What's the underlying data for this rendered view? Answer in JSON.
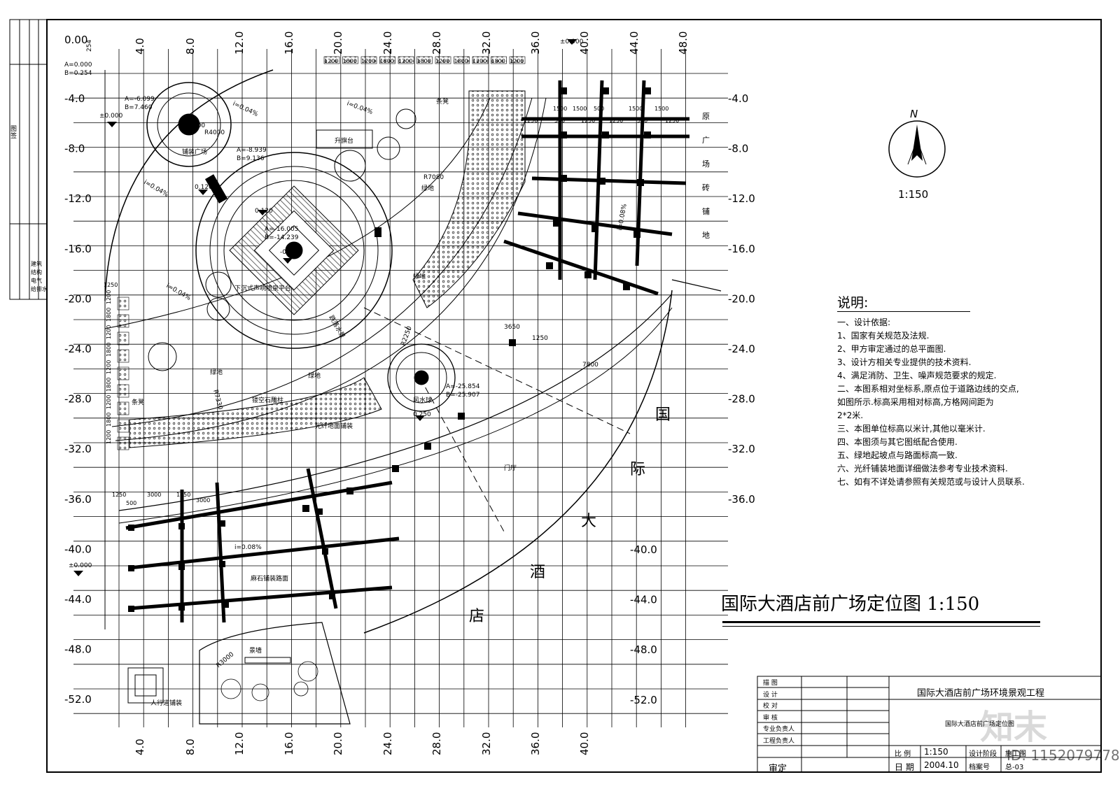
{
  "drawing": {
    "title": "国际大酒店前广场定位图  1:150",
    "scale_north": "1:150",
    "north_letter": "N",
    "top_axis": [
      "0.00",
      "4.0",
      "8.0",
      "12.0",
      "16.0",
      "20.0",
      "24.0",
      "28.0",
      "32.0",
      "36.0",
      "40.0",
      "44.0",
      "48.0"
    ],
    "bottom_axis": [
      "4.0",
      "8.0",
      "12.0",
      "16.0",
      "20.0",
      "24.0",
      "28.0",
      "32.0",
      "36.0",
      "40.0"
    ],
    "left_axis": [
      "-4.0",
      "-8.0",
      "-12.0",
      "-16.0",
      "-20.0",
      "-24.0",
      "-28.0",
      "-32.0",
      "-36.0",
      "-40.0",
      "-44.0",
      "-48.0",
      "-52.0"
    ],
    "right_axis": [
      "-4.0",
      "-8.0",
      "-12.0",
      "-16.0",
      "-20.0",
      "-24.0",
      "-28.0",
      "-32.0",
      "-36.0"
    ],
    "right_axis_lower": [
      "-40.0",
      "-44.0",
      "-48.0",
      "-52.0"
    ],
    "hotel_chars": [
      "国",
      "际",
      "大",
      "酒",
      "店"
    ],
    "side_text_chars": [
      "原",
      "广",
      "场",
      "砖",
      "铺",
      "地"
    ],
    "plan_labels": {
      "flag_platform": "升旗台",
      "paved_plaza": "铺装广场",
      "green1": "绿地",
      "green2": "绿地",
      "green3": "绿地",
      "green4": "绿地",
      "sunken": "下沉式声响喷泉平台",
      "sculpture": "镂空石雕柱",
      "fiber": "光纤地面铺装",
      "granite": "麻石铺装路面",
      "lobby": "门厅",
      "bench1": "条凳",
      "bench2": "条凳",
      "scenic_wall": "景墙",
      "ped_paving": "人行道铺装",
      "wind_ball": "风水球",
      "water": "跌落水景",
      "elev_a0": "A=0.000",
      "elev_b0": "B=0.254",
      "elev_a1": "A=-6.099",
      "elev_b1": "B=7.460",
      "elev_a2": "A=-8.939",
      "elev_b2": "B=9.136",
      "elev_a3": "A=-16.005",
      "elev_b3": "B=-14.239",
      "elev_a4": "A=-25.854",
      "elev_b4": "B=-25.907",
      "elev_pm0": "±0.000",
      "elev_pm0b": "±0.000",
      "elev_pm0c": "±0.000",
      "elev_120": "0.120",
      "elev_120b": "0.120",
      "elev_180": "-0.180",
      "elev_250": "0.250",
      "slope1": "i=0.04%",
      "slope2": "i=0.04%",
      "slope3": "i=0.04%",
      "slope4": "i=0.04%",
      "slope5": "i=0.08%",
      "slope6": "i=0.08%",
      "r3000": "R3000",
      "r4000": "R4000",
      "r7080": "R7080",
      "r7330": "R7330",
      "r2250": "R2250",
      "r3000b": "R3000",
      "d7800": "7800",
      "d3650": "3650",
      "d1250": "1250",
      "d254": "254"
    },
    "top_dims": [
      "1200",
      "1800",
      "1200",
      "1800",
      "1200",
      "1800",
      "1200",
      "1800",
      "1200",
      "1800",
      "1200"
    ],
    "right_dims": [
      "1500",
      "1500",
      "500",
      "1500",
      "1500",
      "1250",
      "500",
      "1250",
      "1250",
      "500",
      "1250"
    ],
    "left_dims": [
      "1250",
      "1200",
      "1800",
      "1200",
      "1800",
      "1200",
      "1800",
      "1200",
      "1800",
      "1200"
    ],
    "bottom_dims": [
      "1250",
      "3000",
      "1250",
      "3000",
      "500"
    ]
  },
  "notes": {
    "heading": "说明:",
    "lines": [
      "一、设计依据:",
      "  1、国家有关规范及法规.",
      "  2、甲方审定通过的总平面图.",
      "  3、设计方相关专业提供的技术资料.",
      "  4、满足消防、卫生、噪声规范要求的规定.",
      "二、本图系相对坐标系,原点位于道路边线的交点,",
      "     如图所示.标高采用相对标高,方格网间距为",
      "     2*2米.",
      "三、本图单位标高以米计,其他以毫米计.",
      "四、本图须与其它图纸配合使用.",
      "五、绿地起坡点与路面标高一致.",
      "六、光纤铺装地面详细做法参考专业技术资料.",
      "七、如有不详处请参照有关规范或与设计人员联系."
    ]
  },
  "title_block": {
    "rows": [
      "描  图",
      "设  计",
      "校  对",
      "审  核",
      "专业负责人",
      "工程负责人"
    ],
    "project": "国际大酒店前广场环境景观工程",
    "sheet": "国际大酒店前广场定位图",
    "scale_label": "比  例",
    "scale_value": "1:150",
    "stage_label": "设计阶段",
    "stage_value": "施工图",
    "date_label": "日  期",
    "date_value": "2004.10",
    "file_label": "档案号",
    "file_value": "总-03",
    "review": "审定"
  },
  "left_strip": {
    "top": "图\n签",
    "labels": [
      "建筑",
      "结构",
      "电气",
      "给排水"
    ]
  },
  "watermark": {
    "logo": "知末",
    "id": "ID: 1152079778"
  }
}
